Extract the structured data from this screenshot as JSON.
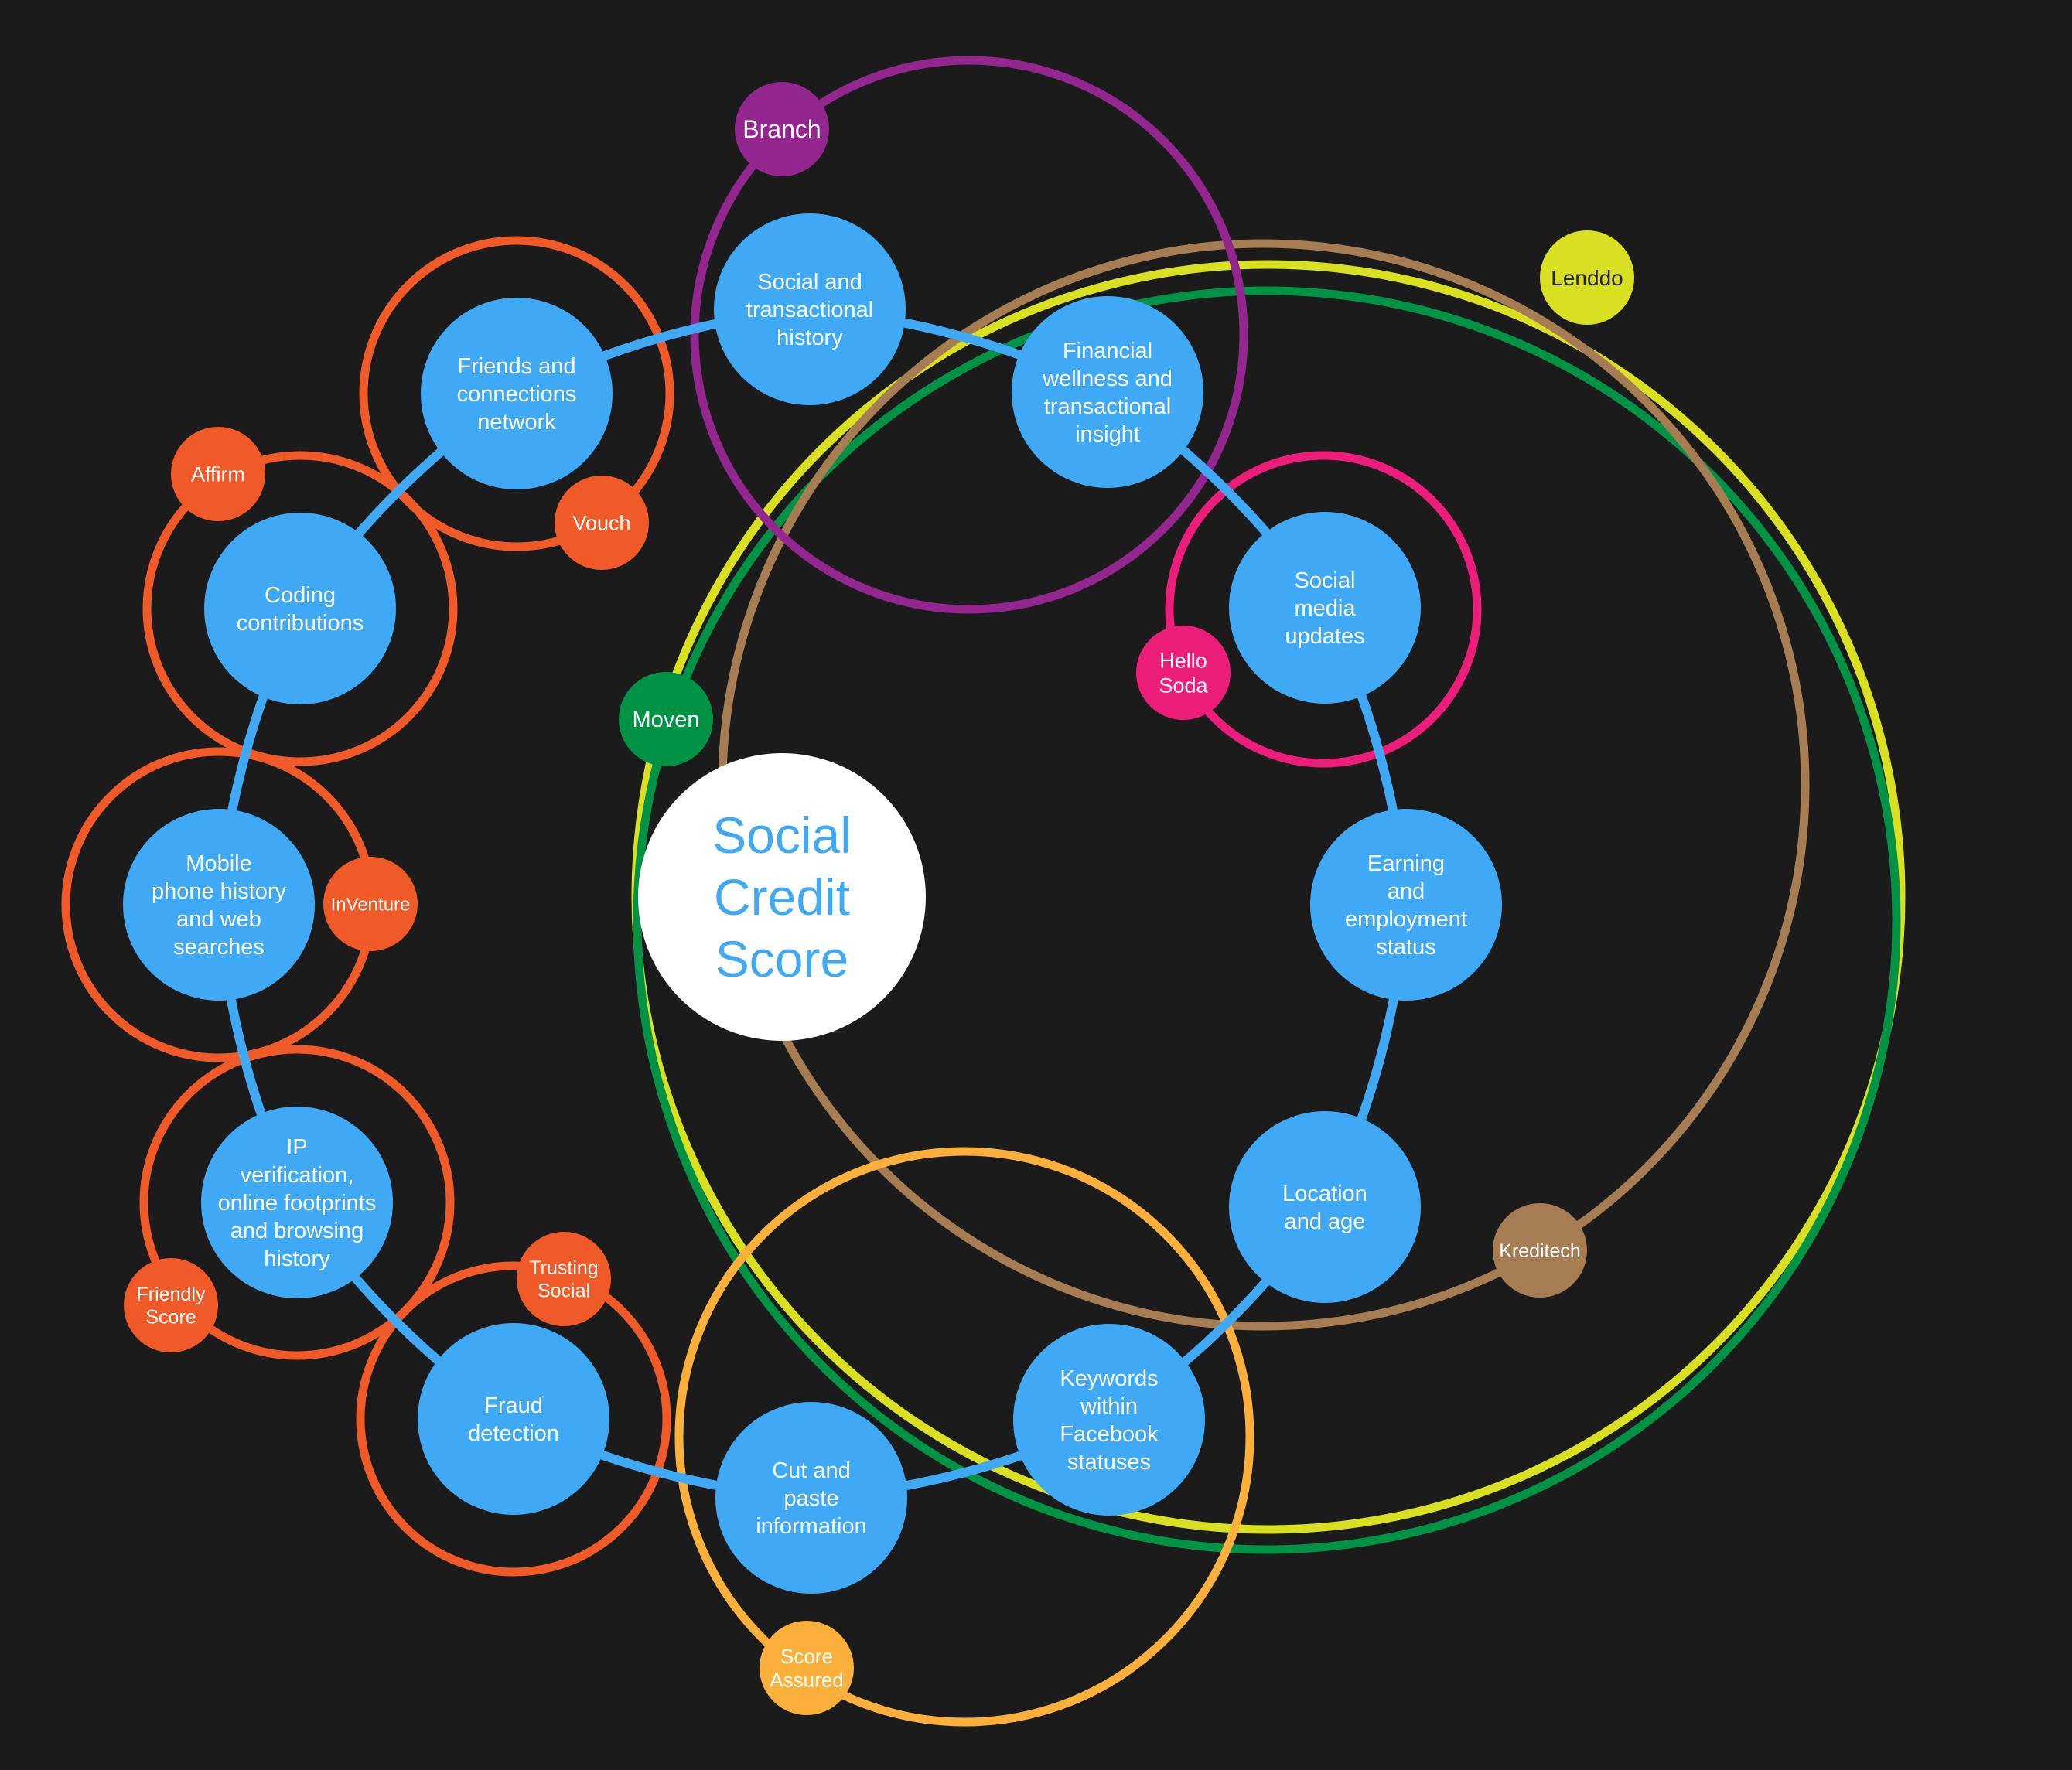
{
  "colors": {
    "background": "#1b1b1b",
    "node": "#3fa9f5",
    "connector": "#3fa9f5",
    "center_fill": "#ffffff",
    "center_text": "#3fa9f5",
    "orange": "#f05a28",
    "purple": "#93278f",
    "lime": "#d9e021",
    "brown": "#a67c52",
    "green": "#009245",
    "pink": "#ed1e79",
    "amber": "#fbb03b"
  },
  "center": {
    "lines": [
      "Social",
      "Credit",
      "Score"
    ]
  },
  "data_sources": [
    {
      "id": "social-transactional-history",
      "lines": [
        "Social and",
        "transactional",
        "history"
      ]
    },
    {
      "id": "financial-wellness",
      "lines": [
        "Financial",
        "wellness and",
        "transactional",
        "insight"
      ]
    },
    {
      "id": "social-media-updates",
      "lines": [
        "Social",
        "media",
        "updates"
      ]
    },
    {
      "id": "earning-employment",
      "lines": [
        "Earning",
        "and",
        "employment",
        "status"
      ]
    },
    {
      "id": "location-age",
      "lines": [
        "Location",
        "and age"
      ]
    },
    {
      "id": "facebook-keywords",
      "lines": [
        "Keywords",
        "within",
        "Facebook",
        "statuses"
      ]
    },
    {
      "id": "cut-paste",
      "lines": [
        "Cut and",
        "paste",
        "information"
      ]
    },
    {
      "id": "fraud-detection",
      "lines": [
        "Fraud",
        "detection"
      ]
    },
    {
      "id": "ip-verification",
      "lines": [
        "IP",
        "verification,",
        "online footprints",
        "and browsing",
        "history"
      ]
    },
    {
      "id": "mobile-phone-history",
      "lines": [
        "Mobile",
        "phone history",
        "and web",
        "searches"
      ]
    },
    {
      "id": "coding-contributions",
      "lines": [
        "Coding",
        "contributions"
      ]
    },
    {
      "id": "friends-network",
      "lines": [
        "Friends and",
        "connections",
        "network"
      ]
    }
  ],
  "companies": [
    {
      "id": "branch",
      "lines": [
        "Branch"
      ],
      "color": "#93278f",
      "text_color": "#ffffff"
    },
    {
      "id": "lenddo",
      "lines": [
        "Lenddo"
      ],
      "color": "#d9e021",
      "text_color": "#222222"
    },
    {
      "id": "hello-soda",
      "lines": [
        "Hello",
        "Soda"
      ],
      "color": "#ed1e79",
      "text_color": "#ffffff"
    },
    {
      "id": "moven",
      "lines": [
        "Moven"
      ],
      "color": "#009245",
      "text_color": "#ffffff"
    },
    {
      "id": "kreditech",
      "lines": [
        "Kreditech"
      ],
      "color": "#a67c52",
      "text_color": "#ffffff"
    },
    {
      "id": "score-assured",
      "lines": [
        "Score",
        "Assured"
      ],
      "color": "#fbb03b",
      "text_color": "#ffffff"
    },
    {
      "id": "trusting-social",
      "lines": [
        "Trusting",
        "Social"
      ],
      "color": "#f05a28",
      "text_color": "#ffffff"
    },
    {
      "id": "friendly-score",
      "lines": [
        "Friendly",
        "Score"
      ],
      "color": "#f05a28",
      "text_color": "#ffffff"
    },
    {
      "id": "inventure",
      "lines": [
        "InVenture"
      ],
      "color": "#f05a28",
      "text_color": "#ffffff"
    },
    {
      "id": "affirm",
      "lines": [
        "Affirm"
      ],
      "color": "#f05a28",
      "text_color": "#ffffff"
    },
    {
      "id": "vouch",
      "lines": [
        "Vouch"
      ],
      "color": "#f05a28",
      "text_color": "#ffffff"
    }
  ]
}
